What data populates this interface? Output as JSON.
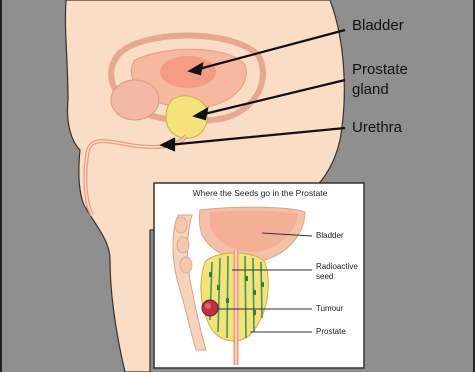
{
  "outer_labels": {
    "bladder": "Bladder",
    "prostate_line1": "Prostate",
    "prostate_line2": "gland",
    "urethra": "Urethra"
  },
  "inset": {
    "title": "Where the Seeds go in the Prostate",
    "labels": {
      "bladder": "Bladder",
      "seed_line1": "Radioactive",
      "seed_line2": "seed",
      "tumour": "Tumour",
      "prostate": "Prostate"
    }
  },
  "colors": {
    "background": "#8f8f8f",
    "skin": "#fbdcc4",
    "bladder": "#f3a48c",
    "prostate": "#f6e27a",
    "tumour": "#c0304a",
    "seed_lines": "#3e9a5a"
  }
}
